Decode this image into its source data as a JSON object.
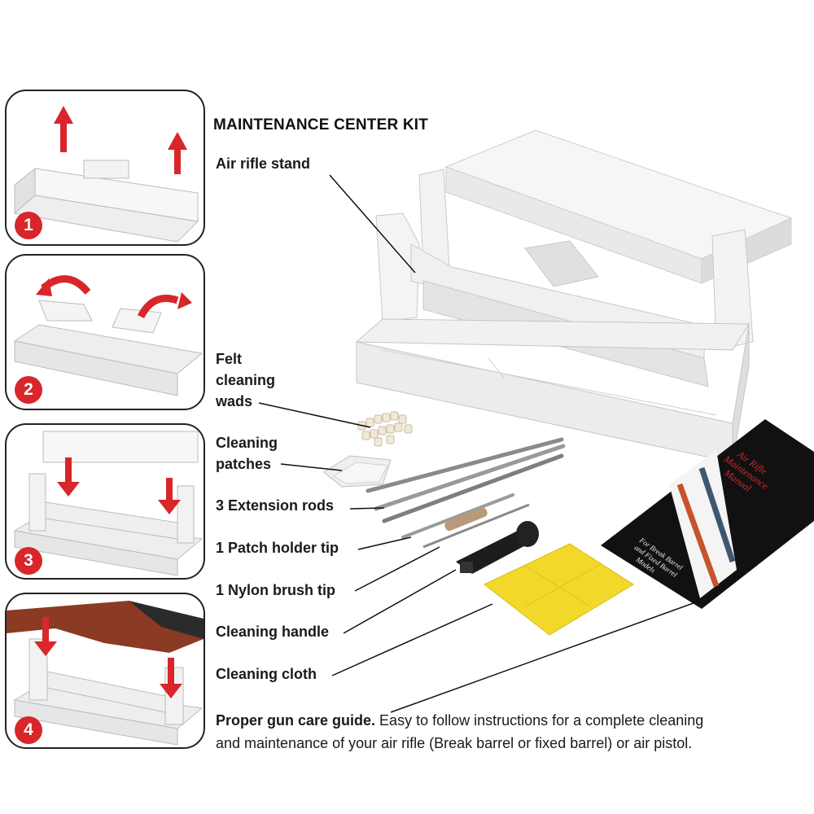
{
  "title": "MAINTENANCE CENTER KIT",
  "steps": [
    "1",
    "2",
    "3",
    "4"
  ],
  "labels": {
    "rifle_stand": "Air rifle stand",
    "felt_wads": [
      "Felt",
      "cleaning",
      "wads"
    ],
    "patches": [
      "Cleaning",
      "patches"
    ],
    "rods": "3 Extension rods",
    "patch_tip": "1 Patch holder tip",
    "nylon_tip": "1 Nylon brush tip",
    "handle": "Cleaning handle",
    "cloth": "Cleaning cloth"
  },
  "guide": {
    "bold": "Proper gun care guide.",
    "line1_rest": " Easy to follow instructions for a complete cleaning",
    "line2": "and maintenance of your air rifle (Break barrel or fixed barrel) or air pistol."
  },
  "manual": {
    "title_lines": [
      "Air Rifle",
      "Maintenance",
      "Manual"
    ],
    "sub_lines": [
      "For Break Barrel",
      "and Fixed Barrel",
      "Models"
    ]
  },
  "colors": {
    "accent_red": "#d8262a",
    "cloth_yellow": "#f2d829",
    "manual_black": "#111111"
  }
}
